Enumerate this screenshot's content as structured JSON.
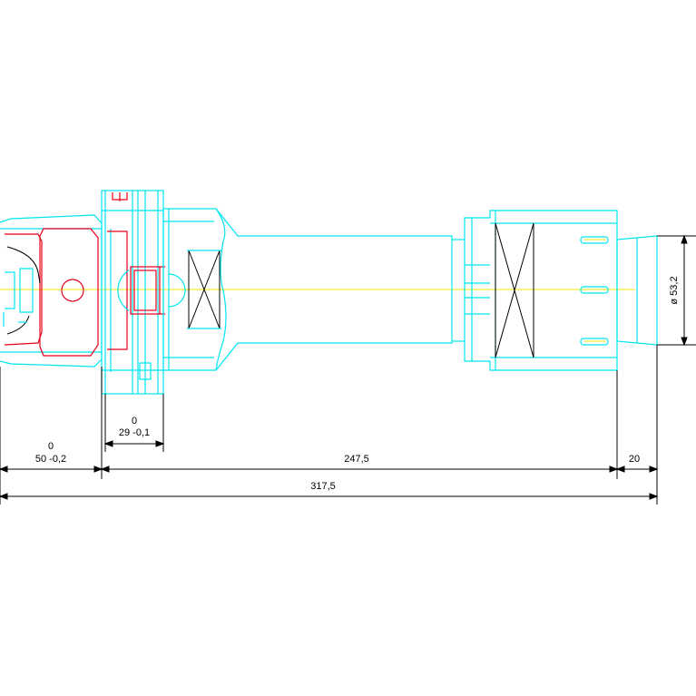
{
  "colors": {
    "outline": "#00e5ee",
    "section": "#e8001c",
    "centerline": "#f0e800",
    "dimension": "#000000",
    "background": "#ffffff"
  },
  "dimensions": {
    "gauge_tol_upper": "0",
    "gauge_length": "50 -0,2",
    "flange_tol_upper": "0",
    "flange_length": "29 -0,1",
    "body_length": "247,5",
    "nose_length": "20",
    "overall_length": "317,5",
    "nose_diameter": "ø 53,2"
  }
}
